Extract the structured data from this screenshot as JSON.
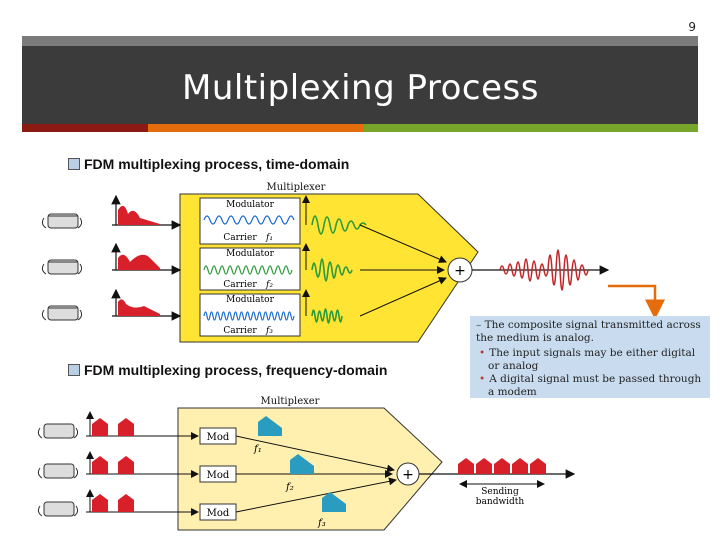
{
  "page_number": "9",
  "title": "Multiplexing Process",
  "accent_colors": [
    "#8b1a12",
    "#e46c0a",
    "#76a52a"
  ],
  "time_domain": {
    "heading": "FDM multiplexing process, time-domain",
    "box_label": "Multiplexer",
    "modulators": [
      {
        "top": "Modulator",
        "bottom": "Carrier",
        "freq": "f₁"
      },
      {
        "top": "Modulator",
        "bottom": "Carrier",
        "freq": "f₂"
      },
      {
        "top": "Modulator",
        "bottom": "Carrier",
        "freq": "f₃"
      }
    ],
    "sum_symbol": "+"
  },
  "frequency_domain": {
    "heading": "FDM multiplexing process, frequency-domain",
    "box_label": "Multiplexer",
    "mods": [
      "Mod",
      "Mod",
      "Mod"
    ],
    "freqs": [
      "f₁",
      "f₂",
      "f₃"
    ],
    "sum_symbol": "+",
    "sending_bandwidth": [
      "Sending",
      "bandwidth"
    ]
  },
  "note": {
    "main": "The composite signal transmitted across the medium is analog.",
    "bullets": [
      "The input signals may be either digital or analog",
      "A digital signal must be passed through a modem"
    ]
  },
  "colors": {
    "yellow": "#ffe433",
    "panel_yellow": "#fff0b0",
    "wave_blue": "#1a6bd1",
    "wave_green": "#2a9a3a",
    "wave_red": "#c0282a",
    "teal": "#2a9cc0",
    "red_shape": "#d8202a",
    "note_bg": "#c9dcef",
    "arrow_orange": "#e46c0a"
  }
}
